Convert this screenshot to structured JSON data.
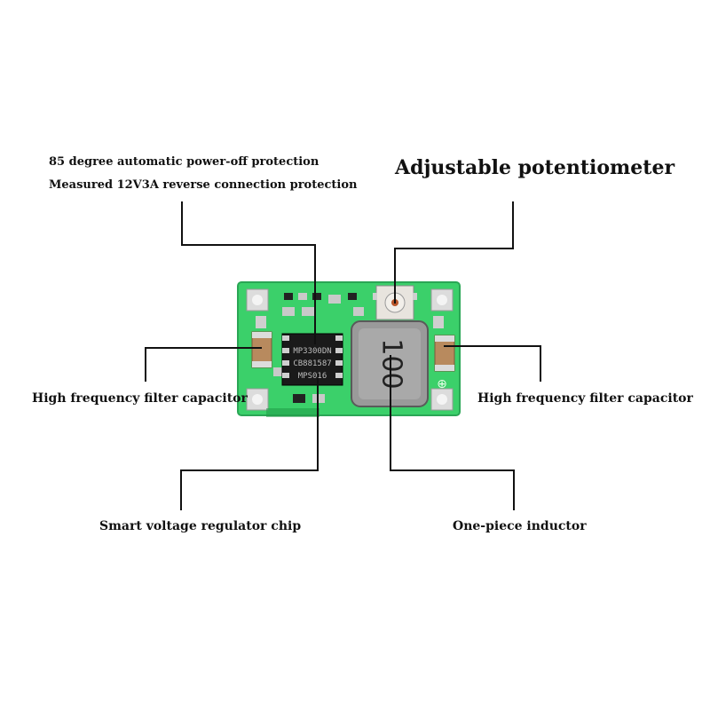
{
  "labels": {
    "protection_line1": "85 degree automatic power-off protection",
    "protection_line2": "Measured 12V3A reverse connection protection",
    "potentiometer": "Adjustable potentiometer",
    "capacitor_left": "High frequency filter capacitor",
    "capacitor_right": "High frequency filter capacitor",
    "chip": "Smart voltage regulator chip",
    "inductor": "One-piece inductor"
  },
  "board": {
    "chip_marking_1": "MP3300DN",
    "chip_marking_2": "CB881587",
    "chip_marking_3": "MPS016",
    "inductor_marking": "100",
    "plus_symbol": "⊕"
  },
  "colors": {
    "pcb_green": "#3bd06a",
    "pcb_dark_green": "#1f9a45",
    "pad_silver": "#d9d9d9",
    "capacitor_tan": "#b88a5e",
    "chip_black": "#1a1a1a",
    "inductor_grey": "#9a9a9a",
    "leader_line": "#111111"
  }
}
